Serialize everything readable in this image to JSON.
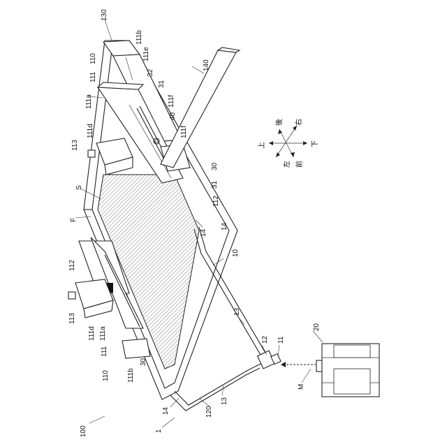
{
  "figure": {
    "labels": [
      {
        "id": "l100",
        "text": "100"
      },
      {
        "id": "l1",
        "text": "1"
      },
      {
        "id": "l14a",
        "text": "14"
      },
      {
        "id": "l14b",
        "text": "14"
      },
      {
        "id": "l120",
        "text": "120"
      },
      {
        "id": "l13a",
        "text": "13"
      },
      {
        "id": "l13b",
        "text": "13"
      },
      {
        "id": "l12",
        "text": "12"
      },
      {
        "id": "l11",
        "text": "11"
      },
      {
        "id": "lM",
        "text": "M"
      },
      {
        "id": "l20",
        "text": "20"
      },
      {
        "id": "l10",
        "text": "10"
      },
      {
        "id": "l110a",
        "text": "110"
      },
      {
        "id": "l111a",
        "text": "111"
      },
      {
        "id": "l111b_a",
        "text": "111b"
      },
      {
        "id": "l30a",
        "text": "30"
      },
      {
        "id": "l111a_a",
        "text": "111a"
      },
      {
        "id": "l111d_a",
        "text": "111d"
      },
      {
        "id": "l113a",
        "text": "113"
      },
      {
        "id": "l112a",
        "text": "112"
      },
      {
        "id": "lF",
        "text": "F"
      },
      {
        "id": "lS",
        "text": "S"
      },
      {
        "id": "l113b",
        "text": "113"
      },
      {
        "id": "l111d_b",
        "text": "111d"
      },
      {
        "id": "l111a_b",
        "text": "111a"
      },
      {
        "id": "l111b",
        "text": "111"
      },
      {
        "id": "l110b",
        "text": "110"
      },
      {
        "id": "l130",
        "text": "130"
      },
      {
        "id": "l111b_b",
        "text": "111b"
      },
      {
        "id": "l111e",
        "text": "111e"
      },
      {
        "id": "l32",
        "text": "32"
      },
      {
        "id": "l31a",
        "text": "31"
      },
      {
        "id": "l111f_a",
        "text": "111f"
      },
      {
        "id": "l40",
        "text": "40"
      },
      {
        "id": "l111f_b",
        "text": "111f"
      },
      {
        "id": "l30b",
        "text": "30"
      },
      {
        "id": "l31b",
        "text": "31"
      },
      {
        "id": "l112b",
        "text": "112"
      },
      {
        "id": "l14c",
        "text": "14"
      },
      {
        "id": "l140",
        "text": "140"
      }
    ],
    "directions": {
      "up": "上",
      "down": "下",
      "back": "後",
      "front": "前",
      "left": "左",
      "right": "右"
    }
  }
}
